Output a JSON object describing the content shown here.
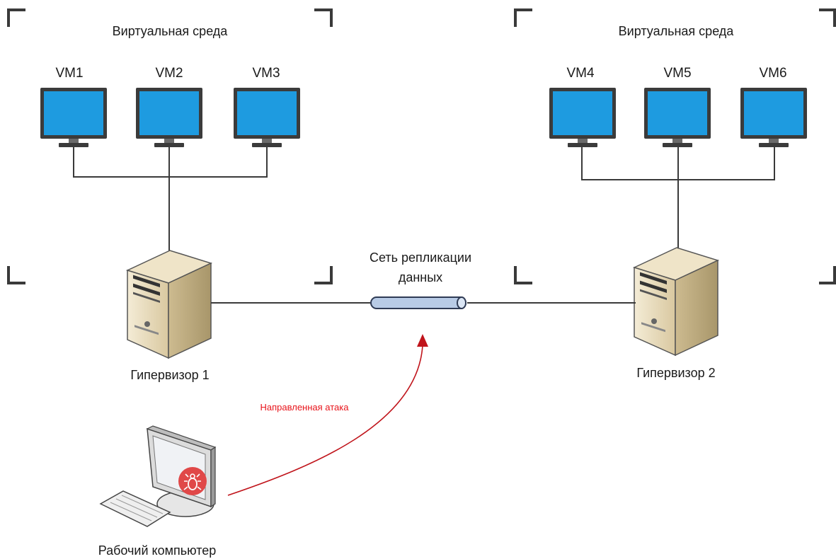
{
  "left_env": {
    "title": "Виртуальная среда",
    "vms": [
      "VM1",
      "VM2",
      "VM3"
    ],
    "hypervisor": "Гипервизор 1"
  },
  "right_env": {
    "title": "Виртуальная среда",
    "vms": [
      "VM4",
      "VM5",
      "VM6"
    ],
    "hypervisor": "Гипервизор 2"
  },
  "network": {
    "label_line1": "Сеть репликации",
    "label_line2": "данных"
  },
  "attack": {
    "label": "Направленная атака",
    "color": "#e8141b"
  },
  "workstation": {
    "label": "Рабочий компьютер"
  },
  "colors": {
    "monitor_screen": "#1e9be0",
    "monitor_frame": "#3b3b3b",
    "server_body": "#e9dcbf",
    "cable": "#b8cbe6"
  }
}
